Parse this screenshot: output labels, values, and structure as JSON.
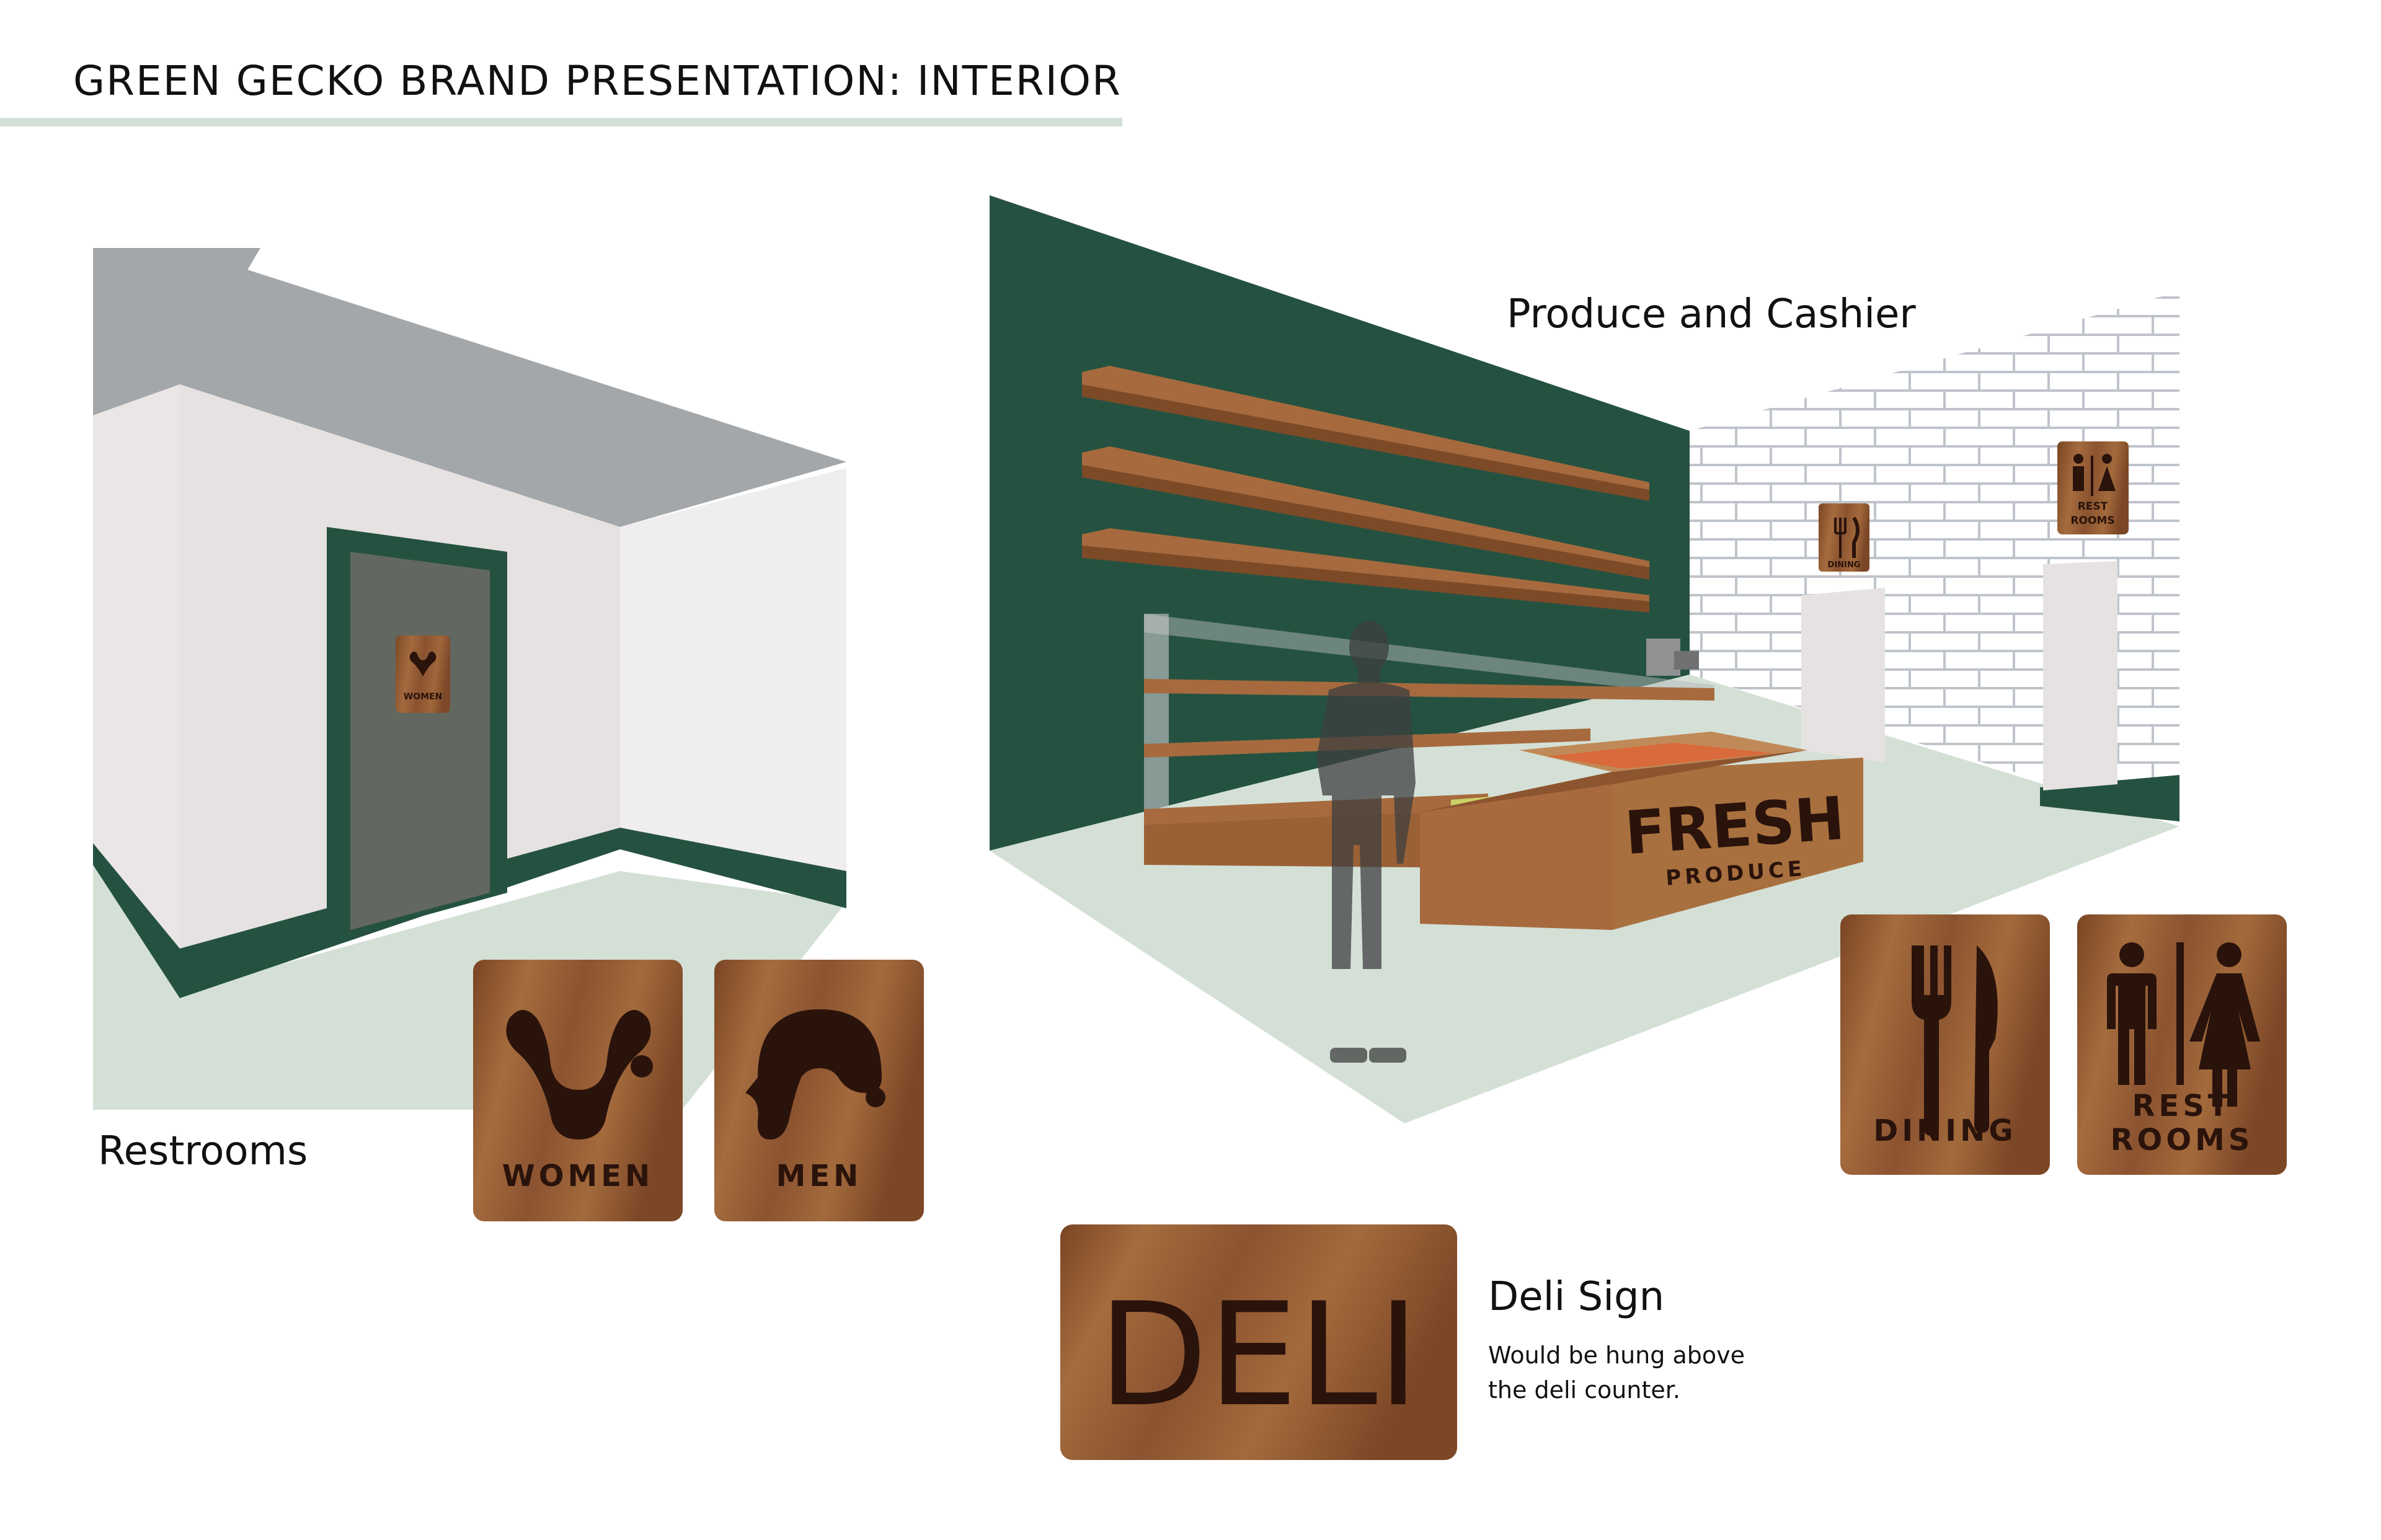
{
  "header": {
    "title": "GREEN GECKO BRAND PRESENTATION: INTERIOR"
  },
  "sections": {
    "restrooms": {
      "label": "Restrooms"
    },
    "produce": {
      "label": "Produce and Cashier"
    },
    "deli": {
      "label": "Deli Sign",
      "description_line1": "Would be hung above",
      "description_line2": "the deli counter."
    }
  },
  "signs": {
    "women": "WOMEN",
    "men": "MEN",
    "dining": "DINING",
    "rest": "REST",
    "rooms": "ROOMS",
    "deli": "DELI",
    "fresh": "FRESH",
    "produce": "PRODUCE"
  },
  "colors": {
    "green": "#255240",
    "wood": "#8a5230",
    "wood_light": "#a66a3e",
    "floor": "#d4e0d6",
    "wall": "#eae6e6",
    "ceiling": "#a4a7aa",
    "sign_ink": "#2a130b"
  }
}
